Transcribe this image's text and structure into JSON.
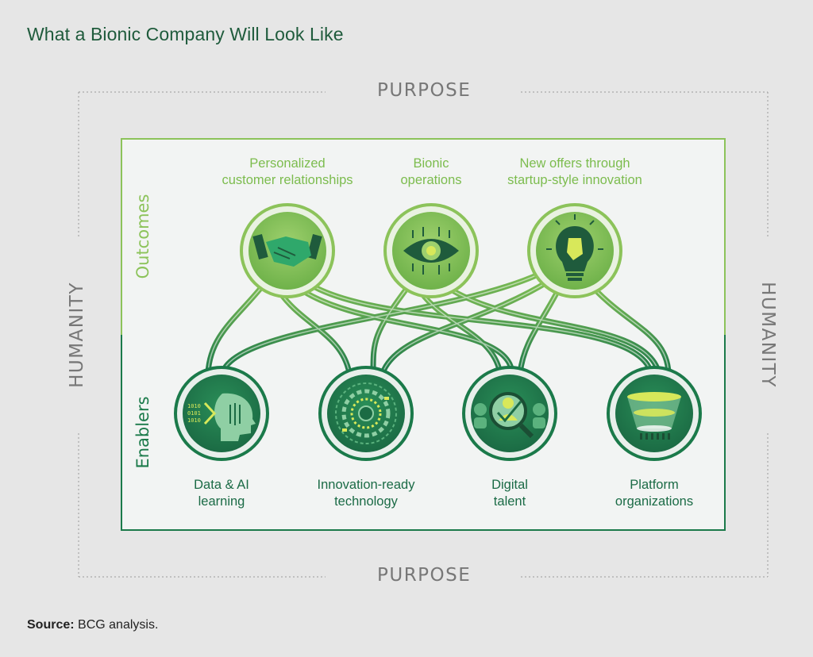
{
  "title": "What a Bionic Company Will Look Like",
  "frame": {
    "top": "PURPOSE",
    "bottom": "PURPOSE",
    "left": "HUMANITY",
    "right": "HUMANITY"
  },
  "sections": {
    "outcomes": "Outcomes",
    "enablers": "Enablers"
  },
  "outcomes": [
    {
      "line1": "Personalized",
      "line2": "customer relationships",
      "icon": "handshake-icon"
    },
    {
      "line1": "Bionic",
      "line2": "operations",
      "icon": "circuit-eye-icon"
    },
    {
      "line1": "New offers through",
      "line2": "startup-style innovation",
      "icon": "lightbulb-head-icon"
    }
  ],
  "enablers": [
    {
      "line1": "Data & AI",
      "line2": "learning",
      "icon": "data-head-icon"
    },
    {
      "line1": "Innovation-ready",
      "line2": "technology",
      "icon": "tech-dial-icon"
    },
    {
      "line1": "Digital",
      "line2": "talent",
      "icon": "talent-magnifier-icon"
    },
    {
      "line1": "Platform",
      "line2": "organizations",
      "icon": "platform-funnel-icon"
    }
  ],
  "source": {
    "label": "Source:",
    "text": "BCG analysis."
  },
  "colors": {
    "outcome_green": "#7cbc4e",
    "enabler_green": "#1b7a4a",
    "dark_green": "#1f5b3c",
    "frame_gray": "#888888"
  }
}
